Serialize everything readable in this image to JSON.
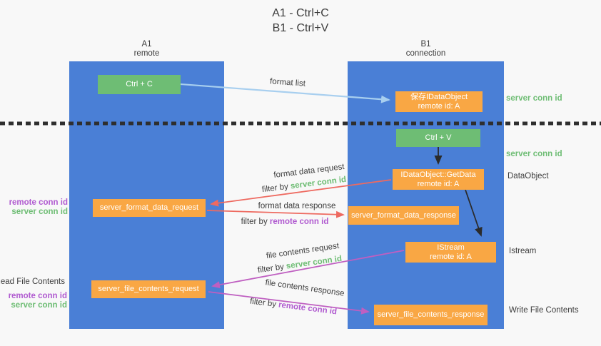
{
  "title": {
    "line1": "A1 - Ctrl+C",
    "line2": "B1 - Ctrl+V"
  },
  "lanes": {
    "left": {
      "id": "A1",
      "role": "remote"
    },
    "right": {
      "id": "B1",
      "role": "connection"
    }
  },
  "boxes": {
    "ctrl_c": "Ctrl + C",
    "save_idataobject": {
      "line1": "保存IDataObject",
      "line2": "remote id: A"
    },
    "ctrl_v": "Ctrl + V",
    "getdata": {
      "line1": "IDataObject::GetData",
      "line2": "remote id: A"
    },
    "server_format_data_request": "server_format_data_request",
    "server_format_data_response": "server_format_data_response",
    "istream": {
      "line1": "IStream",
      "line2": "remote id: A"
    },
    "server_file_contents_request": "server_file_contents_request",
    "server_file_contents_response": "server_file_contents_response"
  },
  "flows": {
    "format_list": {
      "label": "format list"
    },
    "format_request": {
      "label": "format data request",
      "filter_prefix": "filter by",
      "filter_value": "server conn id"
    },
    "format_response": {
      "label": "format data response",
      "filter_prefix": "filter by",
      "filter_value": "remote conn id"
    },
    "file_request": {
      "label": "file contents request",
      "filter_prefix": "filter by",
      "filter_value": "server conn id"
    },
    "file_response": {
      "label": "file contents response",
      "filter_prefix": "filter by",
      "filter_value": "remote conn id"
    }
  },
  "annotations": {
    "right_top_server_conn": "server conn id",
    "right_mid_server_conn": "server conn id",
    "dataobject": "DataObject",
    "istream": "Istream",
    "write_file_contents": "Write File Contents",
    "left_format_remote_conn": "remote conn id",
    "left_format_server_conn": "server conn id",
    "read_file_contents": "Read File Contents",
    "left_file_remote_conn": "remote conn id",
    "left_file_server_conn": "server conn id"
  },
  "colors": {
    "lane_blue": "#4a7fd6",
    "box_green": "#6ebd74",
    "box_orange": "#f9a744",
    "arrow_light_blue": "#a8cfef",
    "arrow_red": "#ee6a60",
    "arrow_magenta": "#bf5fc1",
    "arrow_black": "#2b2b2b",
    "text_green": "#6ebd74",
    "text_purple": "#b05ad0",
    "text_dark": "#3d3d3d"
  }
}
